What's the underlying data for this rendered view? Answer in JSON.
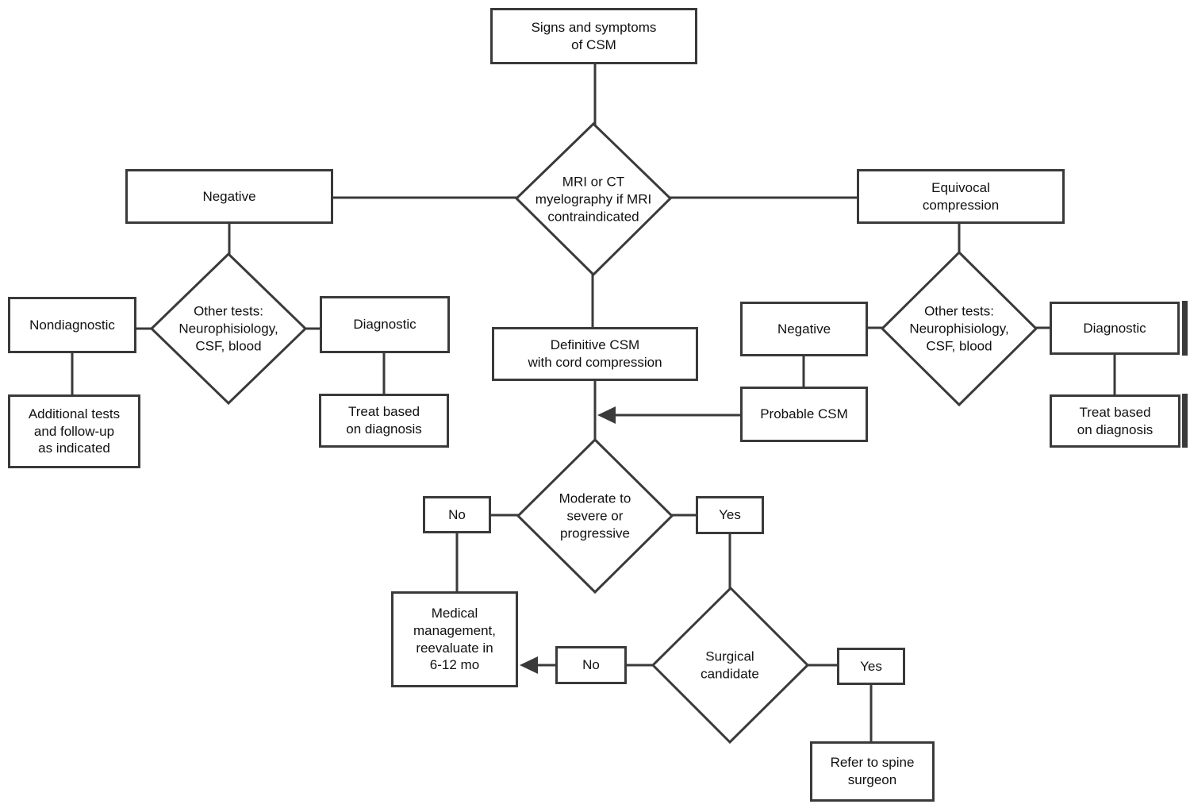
{
  "title": "Signs and symptoms of CSM — diagnostic and management flowchart",
  "colors": {
    "background": "#ffffff",
    "line": "#3a3a3a",
    "text": "#111111"
  },
  "nodes": {
    "signs": {
      "shape": "rect",
      "label": "Signs and symptoms\nof CSM"
    },
    "mri": {
      "shape": "diamond",
      "label": "MRI or CT\nmyelography if MRI\ncontraindicated"
    },
    "negative_left": {
      "shape": "rect",
      "label": "Negative"
    },
    "equivocal": {
      "shape": "rect",
      "label": "Equivocal\ncompression"
    },
    "tests_left": {
      "shape": "diamond",
      "label": "Other tests:\nNeurophisiology,\nCSF, blood"
    },
    "tests_right": {
      "shape": "diamond",
      "label": "Other tests:\nNeurophisiology,\nCSF, blood"
    },
    "nondiagnostic": {
      "shape": "rect",
      "label": "Nondiagnostic"
    },
    "diagnostic_left": {
      "shape": "rect",
      "label": "Diagnostic"
    },
    "additional": {
      "shape": "rect",
      "label": "Additional tests\nand follow-up\nas indicated"
    },
    "treat_left": {
      "shape": "rect",
      "label": "Treat based\non diagnosis"
    },
    "definitive": {
      "shape": "rect",
      "label": "Definitive CSM\nwith cord compression"
    },
    "negative_right": {
      "shape": "rect",
      "label": "Negative"
    },
    "probable": {
      "shape": "rect",
      "label": "Probable CSM"
    },
    "diagnostic_right": {
      "shape": "rect",
      "label": "Diagnostic"
    },
    "treat_right": {
      "shape": "rect",
      "label": "Treat based\non diagnosis"
    },
    "moderate": {
      "shape": "diamond",
      "label": "Moderate to\nsevere or\nprogressive"
    },
    "no_upper": {
      "shape": "rect",
      "label": "No"
    },
    "yes_upper": {
      "shape": "rect",
      "label": "Yes"
    },
    "medical": {
      "shape": "rect",
      "label": "Medical\nmanagement,\nreevaluate in\n6-12 mo"
    },
    "surgical": {
      "shape": "diamond",
      "label": "Surgical\ncandidate"
    },
    "no_lower": {
      "shape": "rect",
      "label": "No"
    },
    "yes_lower": {
      "shape": "rect",
      "label": "Yes"
    },
    "refer": {
      "shape": "rect",
      "label": "Refer to spine\nsurgeon"
    }
  }
}
